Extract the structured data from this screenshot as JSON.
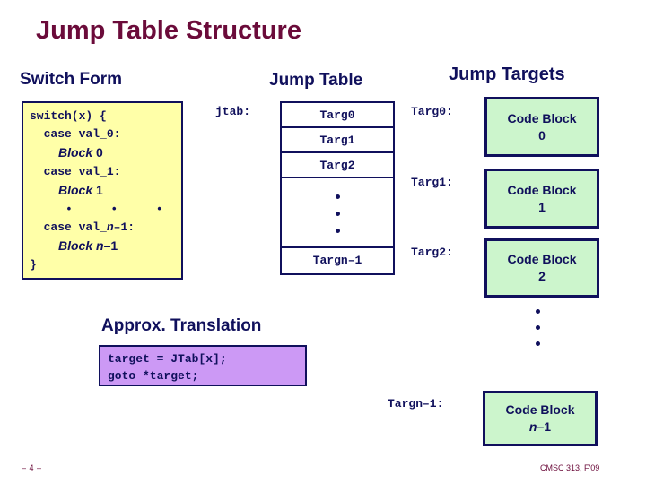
{
  "slide": {
    "title": "Jump Table Structure",
    "footer_page": "– 4 –",
    "footer_course": "CMSC 313, F'09"
  },
  "colors": {
    "title": "#6b0b3a",
    "heading": "#10105c",
    "switch_box_fill": "#ffffa8",
    "code_block_fill": "#ccf5cc",
    "approx_box_fill": "#cc99f5",
    "border": "#10105c"
  },
  "switch_form": {
    "heading": "Switch Form",
    "lines": {
      "l1": "switch(x) {",
      "l2": "  case val_0:",
      "l3_block": "Block",
      "l3_num": "0",
      "l4": "  case val_1:",
      "l5_block": "Block",
      "l5_num": "1",
      "l6_dots": "•  •  •",
      "l7_pre": "  case val_",
      "l7_n": "n",
      "l7_post": "–1:",
      "l8_block": "Block",
      "l8_n": "n",
      "l8_post": "–1",
      "l9": "}"
    }
  },
  "jump_table": {
    "heading": "Jump Table",
    "label": "jtab:",
    "cells": [
      {
        "text": "Targ0",
        "kind": "entry"
      },
      {
        "text": "Targ1",
        "kind": "entry"
      },
      {
        "text": "Targ2",
        "kind": "entry"
      },
      {
        "text": "",
        "kind": "dots"
      },
      {
        "text": "Targn–1",
        "kind": "entry"
      }
    ]
  },
  "jump_targets": {
    "heading": "Jump Targets",
    "blocks": [
      {
        "label": "Targ0:",
        "title": "Code Block",
        "num": "0",
        "italic_num": false
      },
      {
        "label": "Targ1:",
        "title": "Code Block",
        "num": "1",
        "italic_num": false
      },
      {
        "label": "Targ2:",
        "title": "Code Block",
        "num": "2",
        "italic_num": false
      }
    ],
    "last_block": {
      "label": "Targn–1:",
      "title": "Code Block",
      "num_n": "n",
      "num_post": "–1"
    }
  },
  "approx_translation": {
    "heading": "Approx. Translation",
    "line1": "target = JTab[x];",
    "line2": "goto *target;"
  }
}
